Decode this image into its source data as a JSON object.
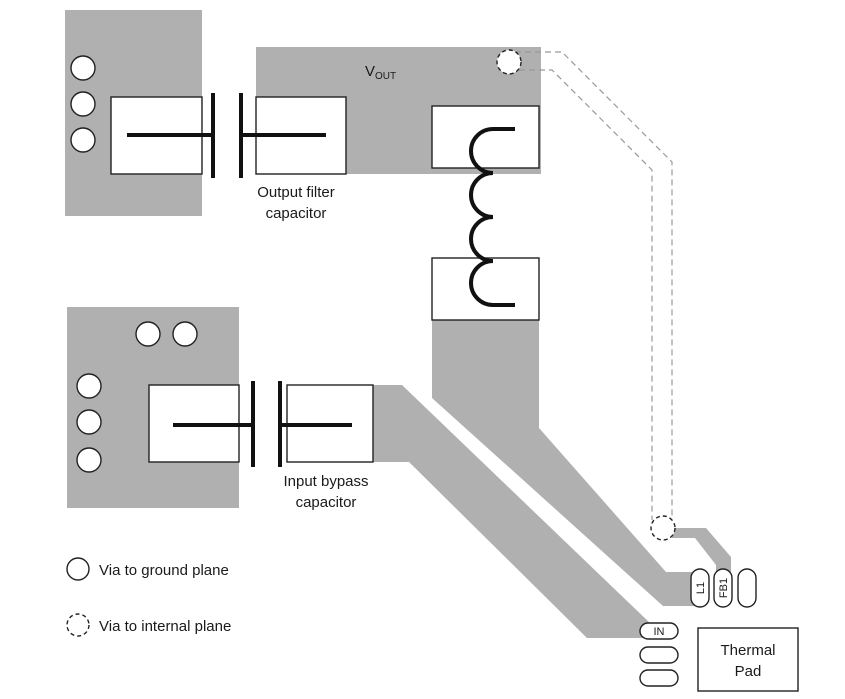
{
  "diagram": {
    "labels": {
      "vout_main": "V",
      "vout_sub": "OUT",
      "output_cap_line1": "Output filter",
      "output_cap_line2": "capacitor",
      "input_cap_line1": "Input bypass",
      "input_cap_line2": "capacitor",
      "thermal_pad_line1": "Thermal",
      "thermal_pad_line2": "Pad"
    },
    "pins": {
      "l1": "L1",
      "fb1": "FB1",
      "in": "IN"
    },
    "legend": {
      "ground_via": "Via to ground plane",
      "internal_via": "Via to internal plane"
    },
    "colors": {
      "copper": "#b0b0b0",
      "outline": "#222222",
      "background": "#ffffff"
    }
  }
}
